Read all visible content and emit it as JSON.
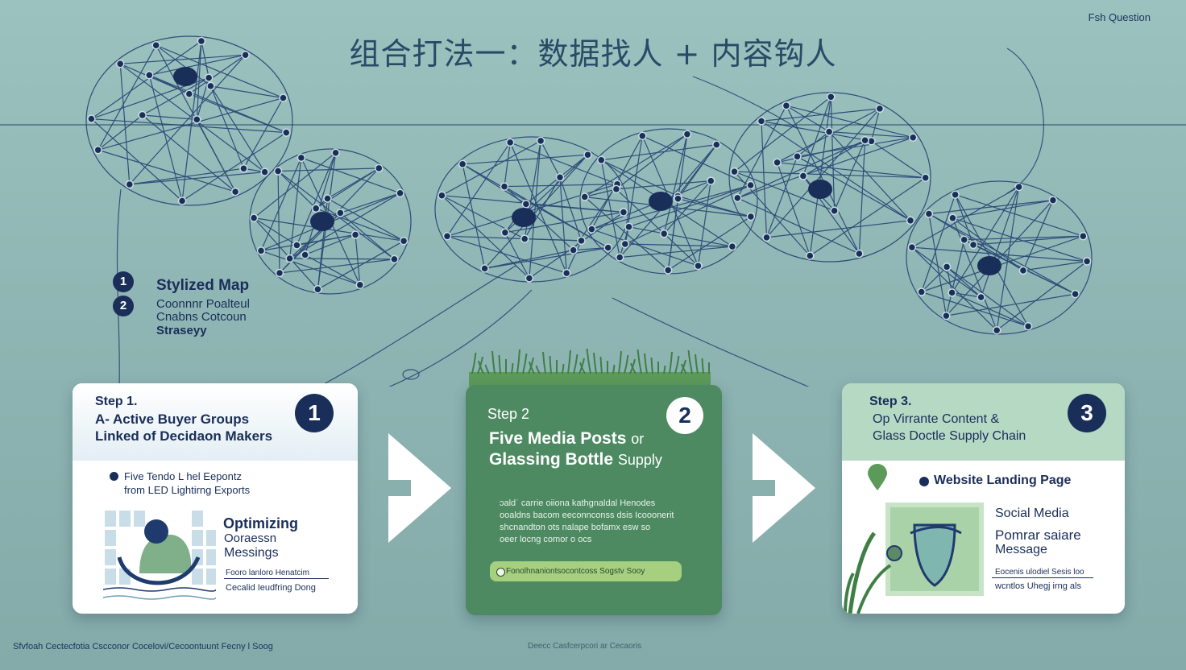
{
  "title": "组合打法一：数据找人 + 内容钩人",
  "corner_label": "Fsh Question",
  "legend": {
    "items": [
      {
        "number": "1",
        "label": "Stylized Map"
      },
      {
        "number": "2",
        "label": "Coonnnr Poalteul",
        "sublabel": "Cnabns Cotcoun",
        "sublabel2": "Straseyy"
      }
    ]
  },
  "steps": [
    {
      "step_label": "Step 1.",
      "badge": "1",
      "heading_line1": "A- Active Buyer Groups",
      "heading_line2": "Linked of Decidaon Makers",
      "bullet_line1": "Five Tendo L hel Eepontz",
      "bullet_line2": "from LED Lightirng Exports",
      "feature_line1": "Optimizing",
      "feature_line2": "Ooraessn",
      "feature_line3": "Messings",
      "note_line1": "Fooro lanloro Henatcim",
      "note_line2": "Cecalid Ieudfring Dong"
    },
    {
      "step_label": "Step 2",
      "badge": "2",
      "heading_line1_a": "Five Media Posts",
      "heading_line1_b": "or",
      "heading_line2_a": "Glassing Bottle",
      "heading_line2_b": "Supply",
      "para_line1": "ɔaldˈ carrie oiiona kathgnaldal Henodes",
      "para_line2": "ooaldns bacom eeconnconss dsis Icooonerit",
      "para_line3": "shcnandton ots nalape bofamx esw so",
      "para_line4": "oeer locng comor o ocs",
      "pill_text": "Fonolhnaniontsocontcoss Sogstv Sooy"
    },
    {
      "step_label": "Step 3.",
      "badge": "3",
      "heading_line1": "Op Virrante Content &",
      "heading_line2": "Glass Doctle Supply Chain",
      "bullet_line1": "Website Landing Page",
      "feature_line1": "Social Media",
      "feature_line2": "Pomrar saiare",
      "feature_line3": "Message",
      "note_line1": "Eocenis ulodiel Sesis loo",
      "note_line2": "wcntlos Uhegj irng als"
    }
  ],
  "footer_left": "Sfvfoah Cectecfotia Cscconor Cocelovi/Cecoontuunt Fecny Ɩ Soog",
  "footer_center": "Deecc Casfcerpcori ar Cecaoris",
  "colors": {
    "background": "#8fb6b4",
    "navy": "#1a2e5a",
    "card2_green": "#4d8a62",
    "card3_header": "#b6d9c4",
    "pill_green": "#a6cf80"
  }
}
